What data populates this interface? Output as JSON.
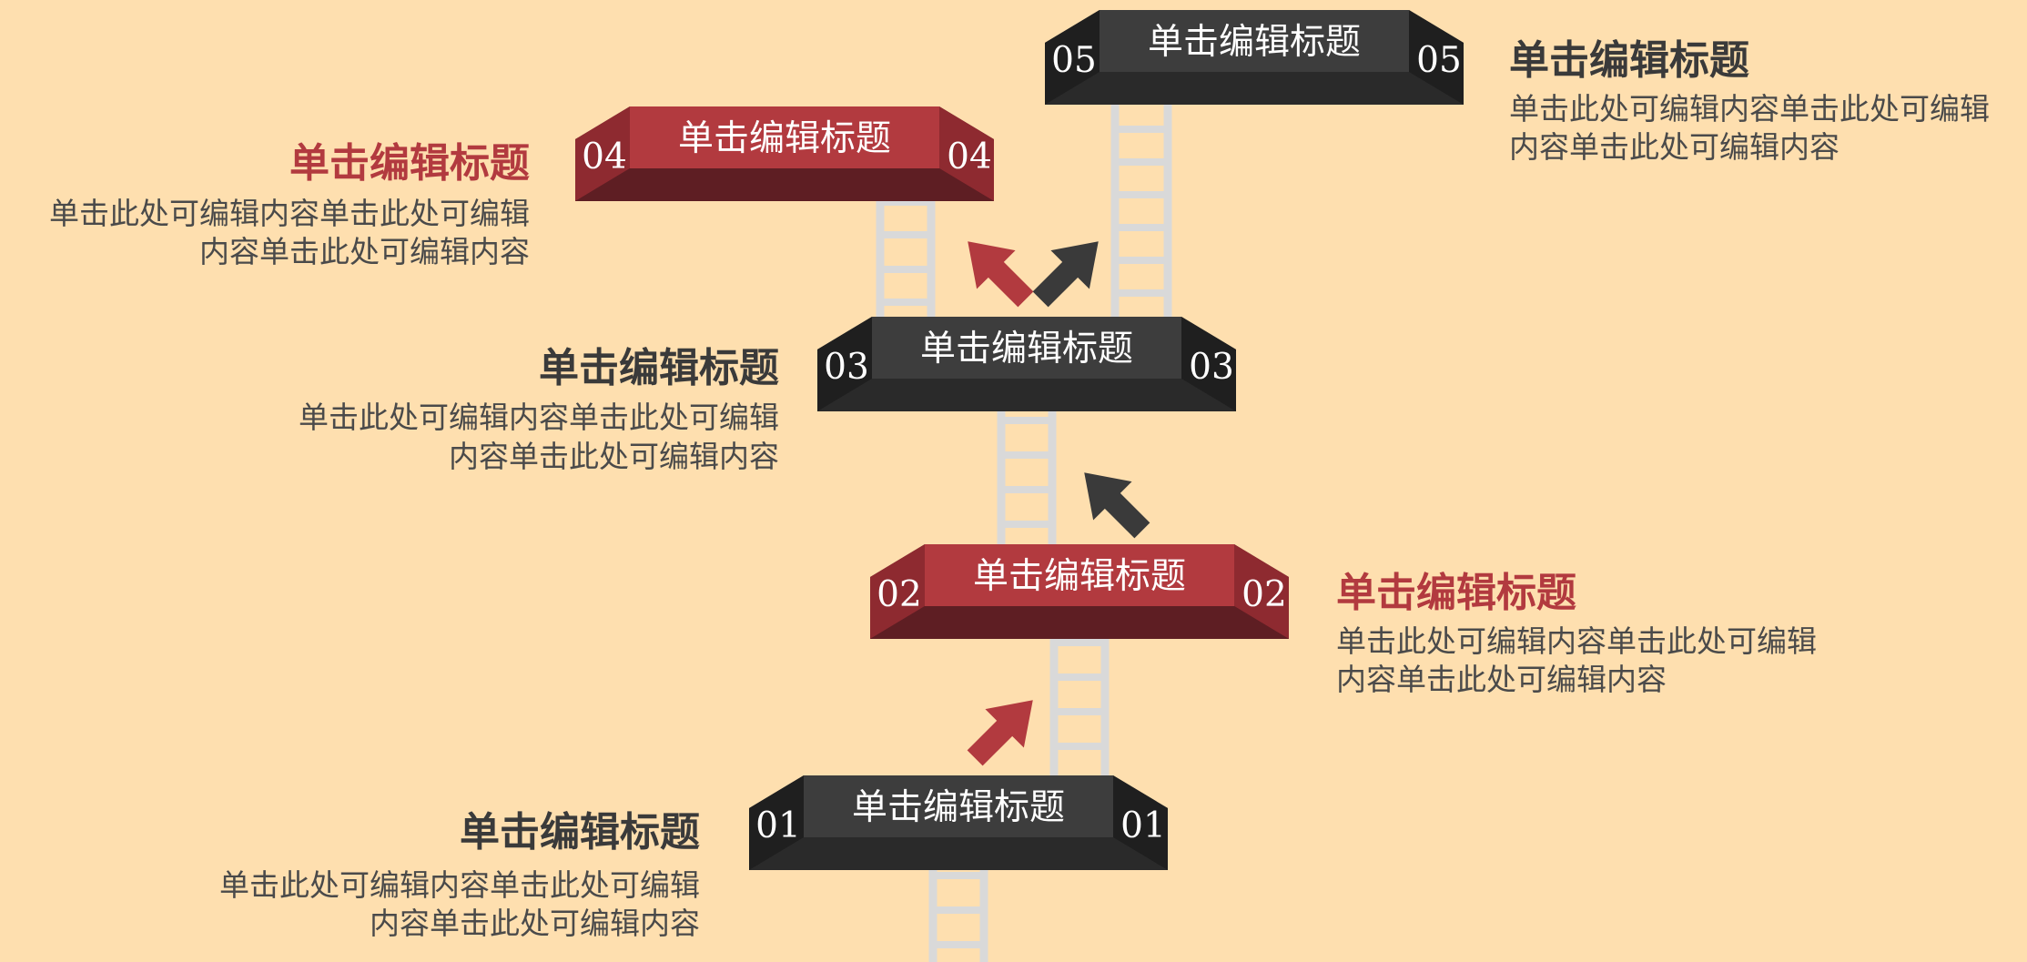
{
  "colors": {
    "background": "#FEDFAF",
    "dark": "#3a3a3a",
    "red": "#B23A3F",
    "ladder": "#D9D9D9",
    "caption_dark": "#3a3a3a",
    "caption_red": "#B23A3F"
  },
  "steps": [
    {
      "num": "01",
      "block_title": "单击编辑标题",
      "color": "dark",
      "caption_title": "单击编辑标题",
      "caption_lines": [
        "单击此处可编辑内容单击此处可编辑",
        "内容单击此处可编辑内容"
      ]
    },
    {
      "num": "02",
      "block_title": "单击编辑标题",
      "color": "red",
      "caption_title": "单击编辑标题",
      "caption_lines": [
        "单击此处可编辑内容单击此处可编辑",
        "内容单击此处可编辑内容"
      ]
    },
    {
      "num": "03",
      "block_title": "单击编辑标题",
      "color": "dark",
      "caption_title": "单击编辑标题",
      "caption_lines": [
        "单击此处可编辑内容单击此处可编辑",
        "内容单击此处可编辑内容"
      ]
    },
    {
      "num": "04",
      "block_title": "单击编辑标题",
      "color": "red",
      "caption_title": "单击编辑标题",
      "caption_lines": [
        "单击此处可编辑内容单击此处可编辑",
        "内容单击此处可编辑内容"
      ]
    },
    {
      "num": "05",
      "block_title": "单击编辑标题",
      "color": "dark",
      "caption_title": "单击编辑标题",
      "caption_lines": [
        "单击此处可编辑内容单击此处可编辑",
        "内容单击此处可编辑内容"
      ]
    }
  ],
  "arrows": [
    {
      "name": "arrow-1-to-2",
      "color": "red"
    },
    {
      "name": "arrow-2-to-3",
      "color": "dark"
    },
    {
      "name": "arrow-3-to-4",
      "color": "red"
    },
    {
      "name": "arrow-3-to-5",
      "color": "dark"
    }
  ]
}
